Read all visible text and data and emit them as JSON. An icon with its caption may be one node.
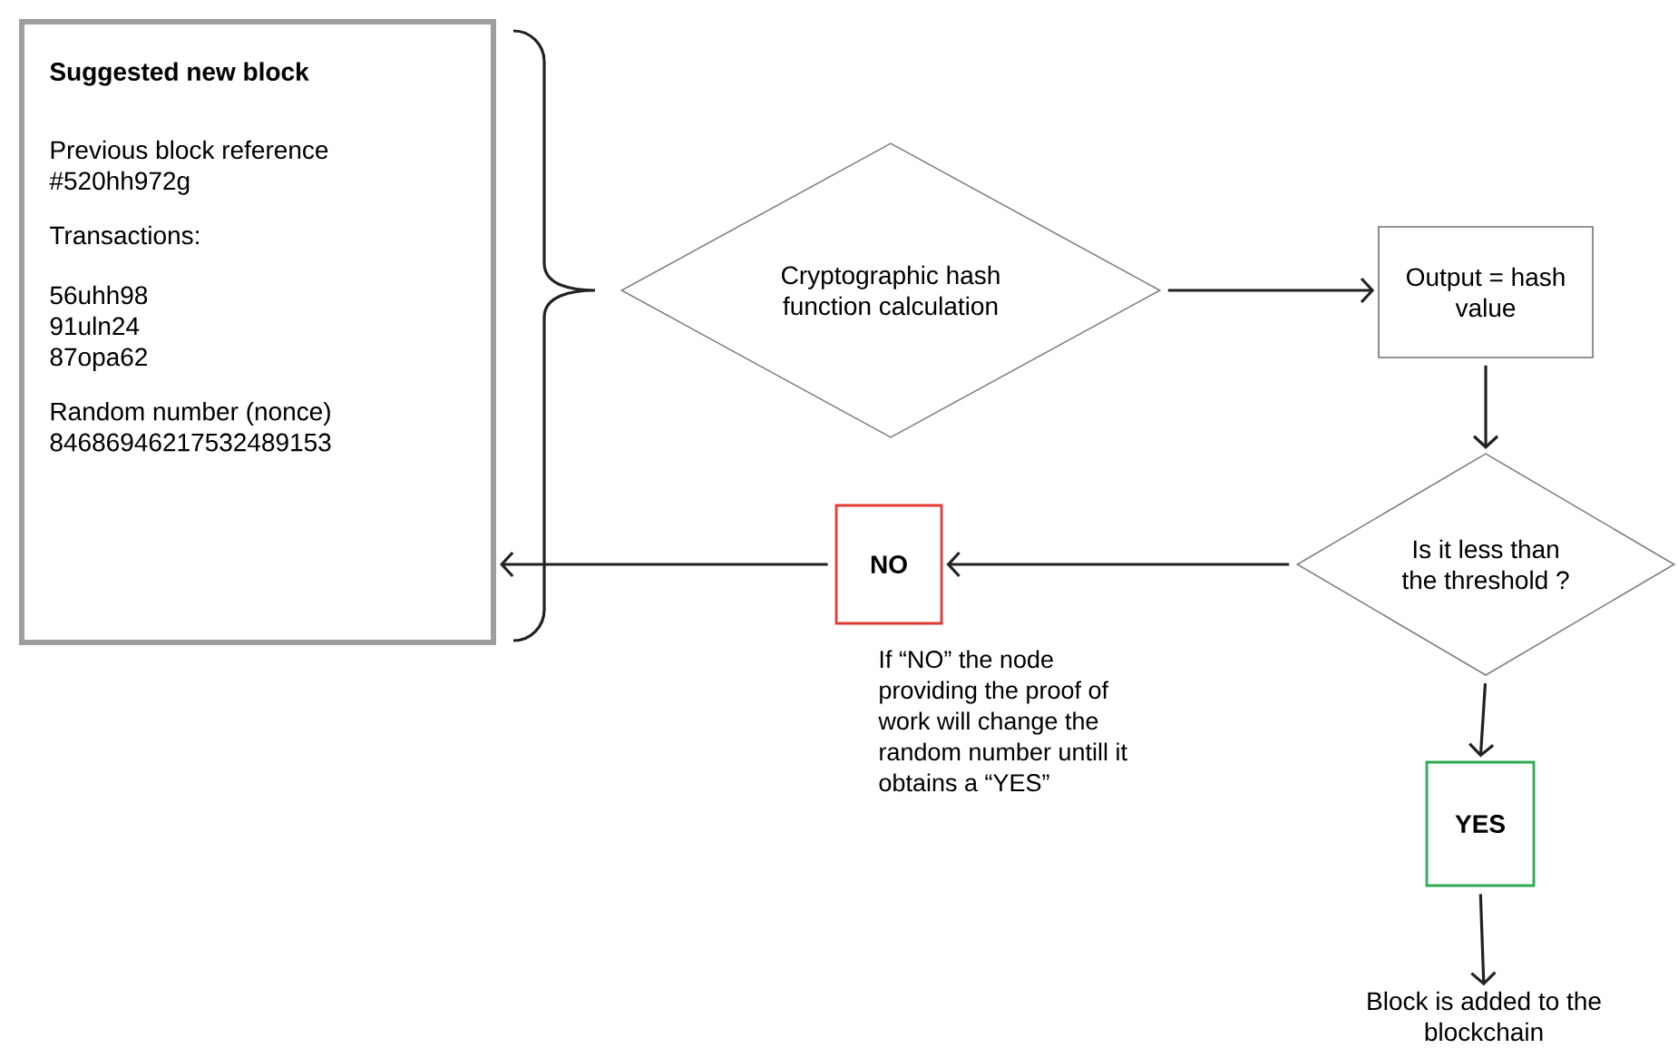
{
  "diagram": {
    "nodes": [
      {
        "text": [
          "Suggested new block",
          "Previous block reference #520hh972g",
          "Transactions:",
          "56uhh98 91uln24 87opa62",
          "Random number (nonce) 84686946217532489153"
        ]
      },
      {
        "text": [
          "Cryptographic hash function calculation"
        ]
      },
      {
        "text": [
          "Output = hash value"
        ]
      },
      {
        "text": [
          "Is it less than the threshold ?"
        ]
      },
      {
        "text": [
          "NO"
        ],
        "beside": [
          "If “NO” the node providing the proof of work will change the random number untill it obtains a “YES”"
        ]
      },
      {
        "text": [
          "YES"
        ]
      },
      {
        "text": [
          "Block is added to the blockchain"
        ]
      }
    ],
    "edges": [
      {
        "from": 1,
        "to": 2,
        "arrow": "to"
      },
      {
        "from": 2,
        "to": 3,
        "arrow": "to"
      },
      {
        "from": 3,
        "to": 4,
        "arrow": "to"
      },
      {
        "from": 4,
        "to": 0,
        "arrow": "to"
      },
      {
        "from": 3,
        "to": 5,
        "arrow": "to"
      },
      {
        "from": 5,
        "to": 6,
        "arrow": "to"
      }
    ]
  }
}
